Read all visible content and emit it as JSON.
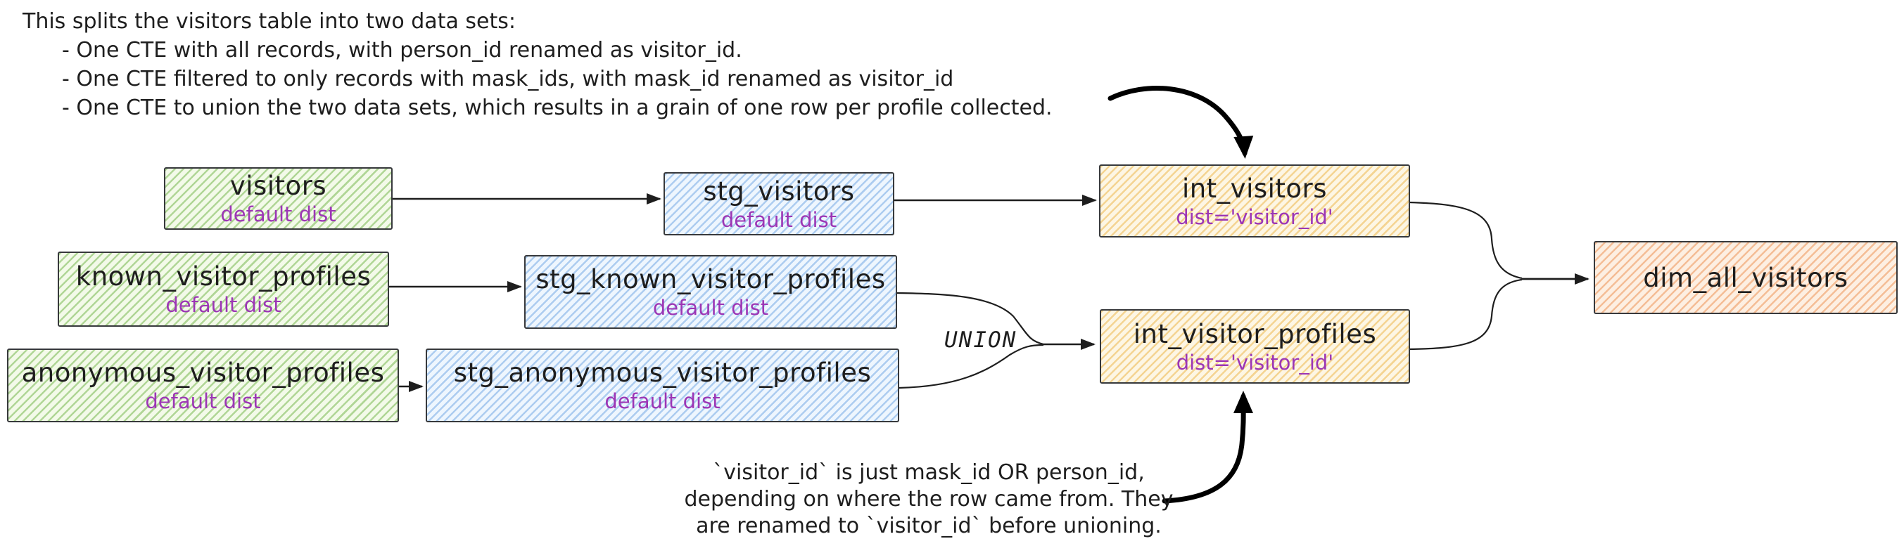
{
  "notes": {
    "top": {
      "intro": "This splits the visitors table into two data sets:",
      "bullets": [
        "- One CTE with all records, with person_id renamed as visitor_id.",
        "- One CTE filtered to only records with mask_ids, with mask_id renamed as visitor_id",
        "- One CTE to union the two data sets, which results in a grain of one row per profile collected."
      ]
    },
    "bottom": {
      "lines": [
        "`visitor_id` is just mask_id OR person_id,",
        "depending on where the row came from. They",
        "are renamed to `visitor_id` before unioning."
      ]
    }
  },
  "labels": {
    "union": "UNION"
  },
  "nodes": {
    "visitors": {
      "title": "visitors",
      "subtitle": "default dist"
    },
    "known_visitor_profiles": {
      "title": "known_visitor_profiles",
      "subtitle": "default dist"
    },
    "anonymous_visitor_profiles": {
      "title": "anonymous_visitor_profiles",
      "subtitle": "default dist"
    },
    "stg_visitors": {
      "title": "stg_visitors",
      "subtitle": "default dist"
    },
    "stg_known_visitor_profiles": {
      "title": "stg_known_visitor_profiles",
      "subtitle": "default dist"
    },
    "stg_anonymous_visitor_profiles": {
      "title": "stg_anonymous_visitor_profiles",
      "subtitle": "default dist"
    },
    "int_visitors": {
      "title": "int_visitors",
      "subtitle": "dist='visitor_id'"
    },
    "int_visitor_profiles": {
      "title": "int_visitor_profiles",
      "subtitle": "dist='visitor_id'"
    },
    "dim_all_visitors": {
      "title": "dim_all_visitors"
    }
  },
  "colors": {
    "ink": "#1e1e1e",
    "box_border": "#37393c",
    "source_green": "#79b851",
    "staging_blue": "#5d9ade",
    "intermediate_yellow": "#ecb240",
    "dimension_orange": "#ec8c4b",
    "dist_label_purple": "#9c36b5"
  }
}
